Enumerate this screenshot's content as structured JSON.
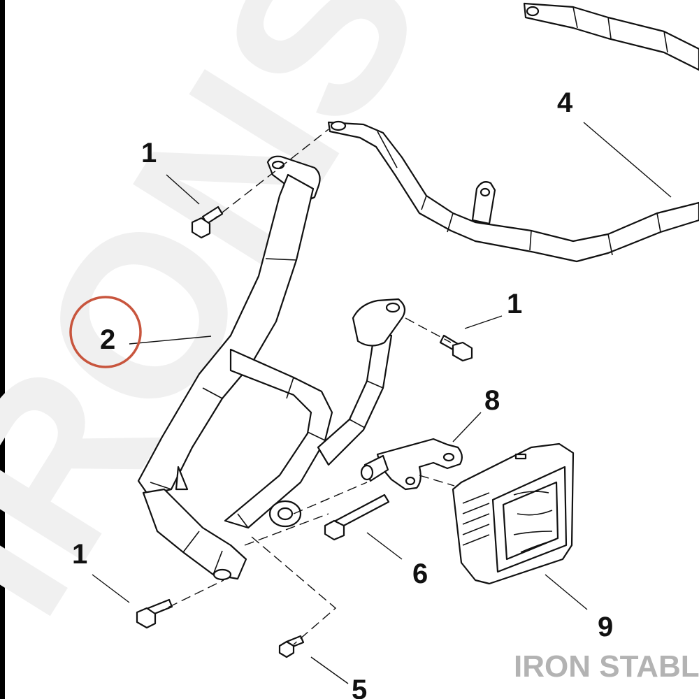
{
  "diagram": {
    "watermark_text": "IRONSTABLE",
    "brand_text": "IRON STABLE",
    "callouts": {
      "top_bolt": "1",
      "right_bolt": "1",
      "bottom_bolt": "1",
      "crash_bar": "2",
      "rear_bar": "4",
      "small_bolt": "5",
      "long_bolt": "6",
      "bracket": "8",
      "light": "9"
    },
    "highlighted_callout": "2",
    "highlight_color": "#c8553d",
    "line_color": "#111111"
  }
}
